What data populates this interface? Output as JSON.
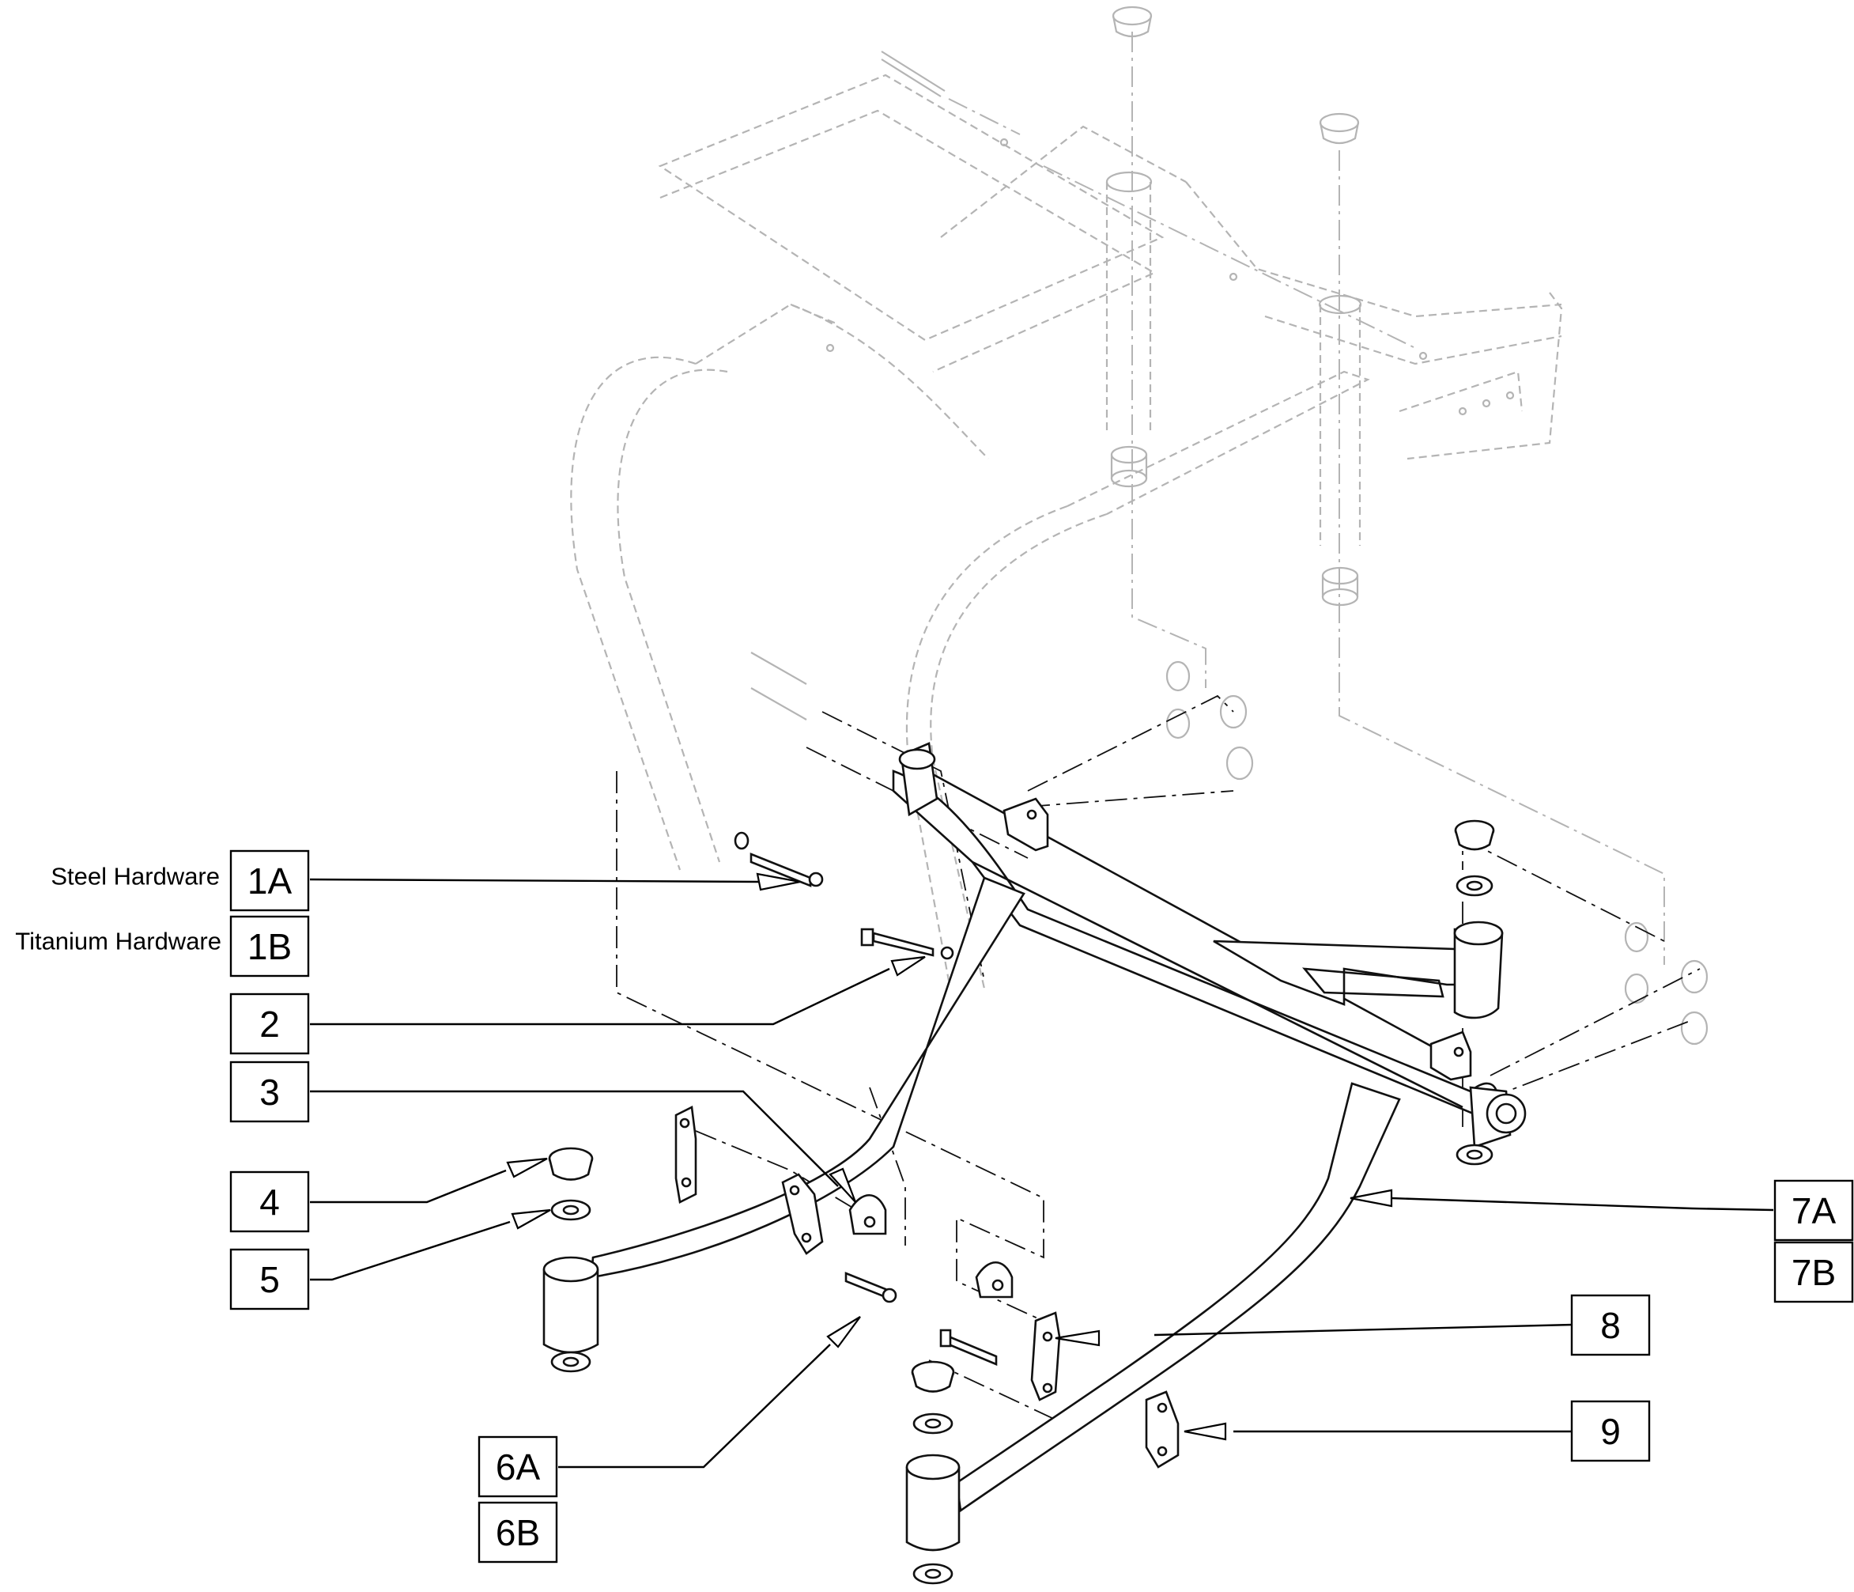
{
  "side_labels": {
    "steel": "Steel Hardware",
    "titanium": "Titanium Hardware"
  },
  "callouts": {
    "c1a": "1A",
    "c1b": "1B",
    "c2": "2",
    "c3": "3",
    "c4": "4",
    "c5": "5",
    "c6a": "6A",
    "c6b": "6B",
    "c7a": "7A",
    "c7b": "7B",
    "c8": "8",
    "c9": "9"
  }
}
